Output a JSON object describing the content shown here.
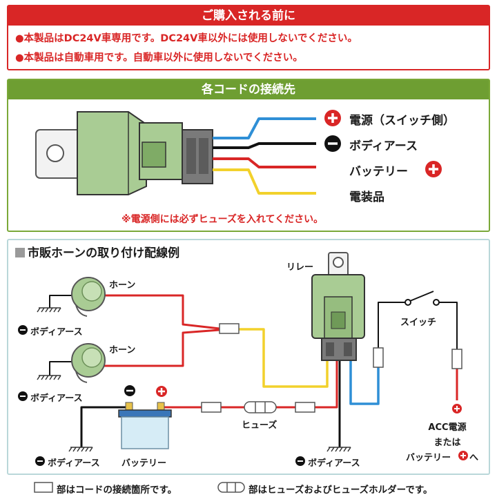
{
  "notice": {
    "title": "ご購入される前に",
    "lines": [
      "●本製品はDC24V車専用です。DC24V車以外には使用しないでください。",
      "●本製品は自動車用です。自動車以外に使用しないでください。"
    ]
  },
  "cords": {
    "title": "各コードの接続先",
    "labels": [
      "電源（スイッチ側）",
      "ボディアース",
      "バッテリー",
      "電装品"
    ],
    "note": "※電源側には必ずヒューズを入れてください。"
  },
  "wiring": {
    "title": "市販ホーンの取り付け配線例",
    "relay": "リレー",
    "horn": "ホーン",
    "body_earth": "ボディアース",
    "switch": "スイッチ",
    "fuse": "ヒューズ",
    "battery": "バッテリー",
    "acc_line1": "ACC電源",
    "acc_line2": "または",
    "acc_line3": "バッテリー",
    "acc_suffix": "へ"
  },
  "legend": {
    "connection": "部はコードの接続箇所です。",
    "fuse": "部はヒューズおよびヒューズホルダーです。"
  },
  "colors": {
    "red": "#d92626",
    "green": "#6e9e32",
    "relay_green": "#a9cc94",
    "wire_blue": "#2f8fd6",
    "wire_yellow": "#f2d12c",
    "wire_black": "#111111"
  },
  "icons": [
    "plus-icon",
    "minus-icon",
    "ground-icon"
  ]
}
